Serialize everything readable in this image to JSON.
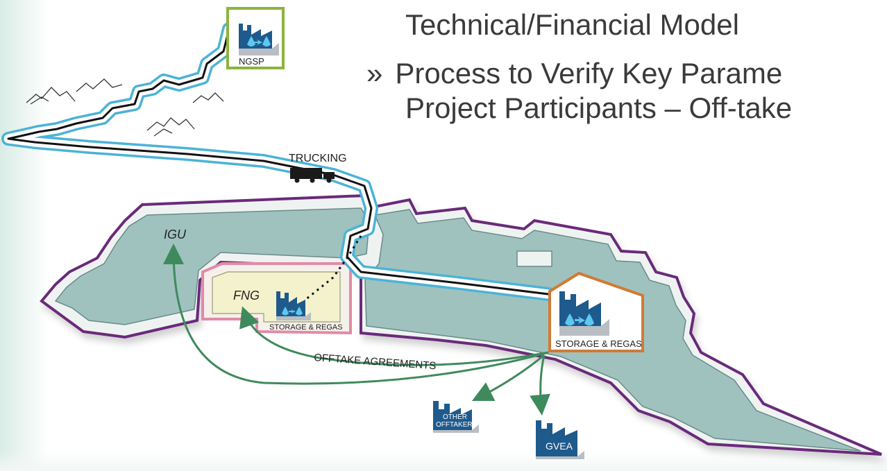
{
  "slide": {
    "subtitle": "Technical/Financial Model",
    "bullet_marker": "»",
    "bullet_text": "Process to Verify Key Parame",
    "bullet_text_line2": "Project Participants – Off-take"
  },
  "diagram": {
    "ngsp_label": "NGSP",
    "trucking_label": "TRUCKING",
    "igu_label": "IGU",
    "fng_label": "FNG",
    "fng_storage_label": "STORAGE & REGAS",
    "main_storage_label": "STORAGE & REGAS",
    "offtake_label": "OFFTAKE AGREEMENTS",
    "other_offtakers_line1": "OTHER",
    "other_offtakers_line2": "OFFTAKERS",
    "gvea_label": "GVEA"
  },
  "colors": {
    "route_blue": "#4bb3d6",
    "region_fill": "#9fc2bf",
    "region_border": "#6a2a7a",
    "fng_fill": "#f4f2cc",
    "fng_border": "#e28aa8",
    "ngsp_border": "#8ab43c",
    "storage_border": "#d17a34",
    "arrow_green": "#3f8a5c",
    "facility_blue": "#1f5a8c"
  }
}
